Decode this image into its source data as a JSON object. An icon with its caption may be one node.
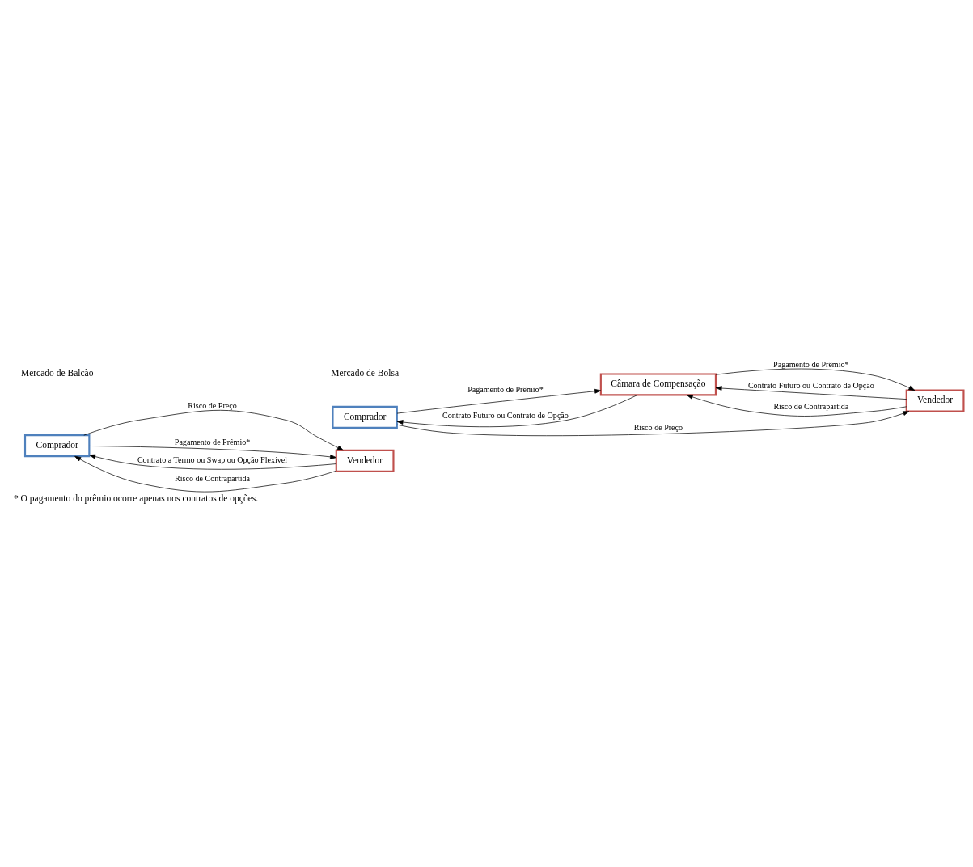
{
  "diagram": {
    "caption": "* O pagamento do prêmio ocorre apenas nos contratos de opções.",
    "nodes": [
      {
        "text": [
          "Comprador"
        ]
      },
      {
        "text": [
          "Vendedor"
        ]
      },
      {
        "text": [
          "Comprador"
        ]
      },
      {
        "text": [
          "Câmara de Compensação"
        ]
      },
      {
        "text": [
          "Vendedor"
        ]
      }
    ],
    "edges": [
      {
        "from": 0,
        "to": 1,
        "arrow": "to",
        "label": "Risco de Preço"
      },
      {
        "from": 0,
        "to": 1,
        "arrow": "to",
        "label": "Pagamento de Prêmio*"
      },
      {
        "from": 1,
        "to": 0,
        "arrow": "to",
        "label": "Contrato a Termo ou Swap ou Opção Flexível"
      },
      {
        "from": 1,
        "to": 0,
        "arrow": "to",
        "label": "Risco de Contrapartida"
      },
      {
        "from": 2,
        "to": 3,
        "arrow": "to",
        "label": "Pagamento de Prêmio*"
      },
      {
        "from": 3,
        "to": 2,
        "arrow": "to",
        "label": "Contrato Futuro ou Contrato de Opção"
      },
      {
        "from": 3,
        "to": 4,
        "arrow": "to",
        "label": "Pagamento de Prêmio*"
      },
      {
        "from": 4,
        "to": 3,
        "arrow": "to",
        "label": "Contrato Futuro ou Contrato de Opção"
      },
      {
        "from": 4,
        "to": 3,
        "arrow": "to",
        "label": "Risco de Contrapartida"
      },
      {
        "from": 2,
        "to": 4,
        "arrow": "to",
        "label": "Risco de Preço"
      }
    ],
    "labels": [
      "Mercado de Balcão",
      "Mercado de Bolsa"
    ]
  }
}
